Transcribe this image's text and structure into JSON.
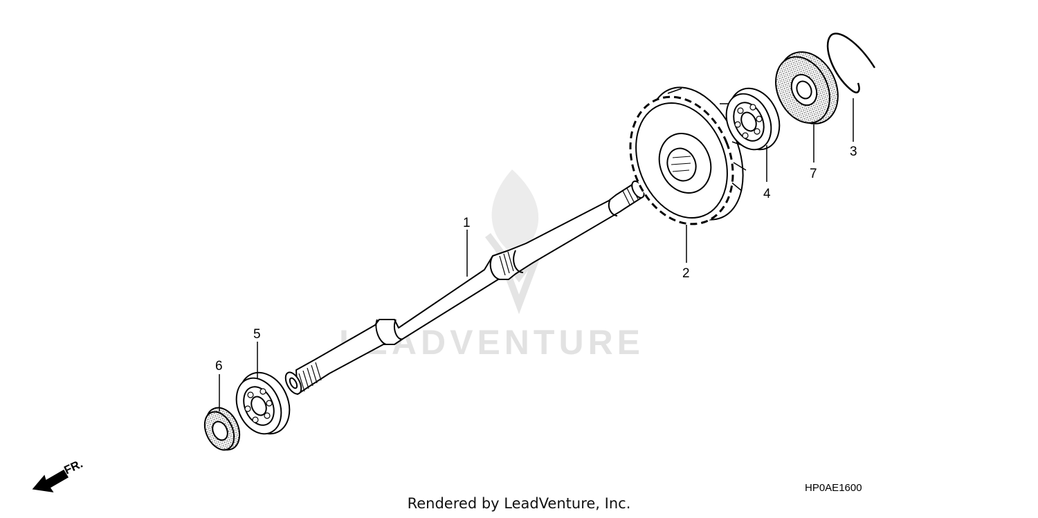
{
  "watermark": {
    "text": "LEADVENTURE"
  },
  "callouts": {
    "c1": "1",
    "c2": "2",
    "c3": "3",
    "c4": "4",
    "c5": "5",
    "c6": "6",
    "c7": "7"
  },
  "direction": {
    "label": "FR."
  },
  "diagram_code": "HP0AE1600",
  "footer": "Rendered by LeadVenture, Inc.",
  "colors": {
    "line": "#000000",
    "watermark": "#e2e2e2",
    "background": "#ffffff"
  }
}
